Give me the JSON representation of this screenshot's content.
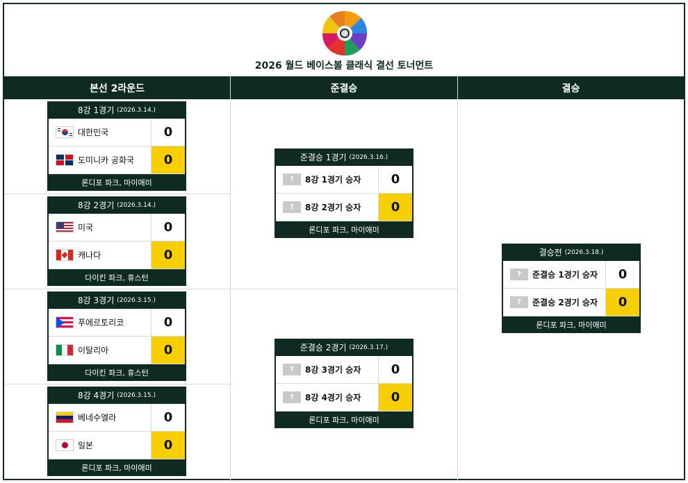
{
  "title": "2026 월드 베이스볼 클래식 결선 토너먼트",
  "columns": [
    "본선 2라운드",
    "준결승",
    "결승"
  ],
  "colors": {
    "dark": "#0f2a22",
    "winner": "#f7cf00",
    "placeholder": "#c9c9c9"
  },
  "qf": [
    {
      "title": "8강 1경기",
      "date": "(2026.3.14.)",
      "venue": "론디포 파크, 마이애미",
      "home": {
        "name": "대한민국",
        "flag": "korea-flag-icon",
        "score": "0"
      },
      "away": {
        "name": "도미니카 공화국",
        "flag": "dominican-flag-icon",
        "score": "0"
      }
    },
    {
      "title": "8강 2경기",
      "date": "(2026.3.14.)",
      "venue": "다이킨 파크, 휴스턴",
      "home": {
        "name": "미국",
        "flag": "usa-flag-icon",
        "score": "0"
      },
      "away": {
        "name": "캐나다",
        "flag": "canada-flag-icon",
        "score": "0"
      }
    },
    {
      "title": "8강 3경기",
      "date": "(2026.3.15.)",
      "venue": "다이킨 파크, 휴스턴",
      "home": {
        "name": "푸에르토리코",
        "flag": "puerto-rico-flag-icon",
        "score": "0"
      },
      "away": {
        "name": "이탈리아",
        "flag": "italy-flag-icon",
        "score": "0"
      }
    },
    {
      "title": "8강 4경기",
      "date": "(2026.3.15.)",
      "venue": "론디포 파크, 마이애미",
      "home": {
        "name": "베네수엘라",
        "flag": "venezuela-flag-icon",
        "score": "0"
      },
      "away": {
        "name": "일본",
        "flag": "japan-flag-icon",
        "score": "0"
      }
    }
  ],
  "sf": [
    {
      "title": "준결승 1경기",
      "date": "(2026.3.16.)",
      "venue": "론디포 파크, 마이애미",
      "home": {
        "name": "8강 1경기 승자",
        "score": "0"
      },
      "away": {
        "name": "8강 2경기 승자",
        "score": "0"
      }
    },
    {
      "title": "준결승 2경기",
      "date": "(2026.3.17.)",
      "venue": "론디포 파크, 마이애미",
      "home": {
        "name": "8강 3경기 승자",
        "score": "0"
      },
      "away": {
        "name": "8강 4경기 승자",
        "score": "0"
      }
    }
  ],
  "final": {
    "title": "결승전",
    "date": "(2026.3.18.)",
    "venue": "론디포 파크, 마이애미",
    "home": {
      "name": "준결승 1경기 승자",
      "score": "0"
    },
    "away": {
      "name": "준결승 2경기 승자",
      "score": "0"
    }
  },
  "unknown_mark": "?"
}
